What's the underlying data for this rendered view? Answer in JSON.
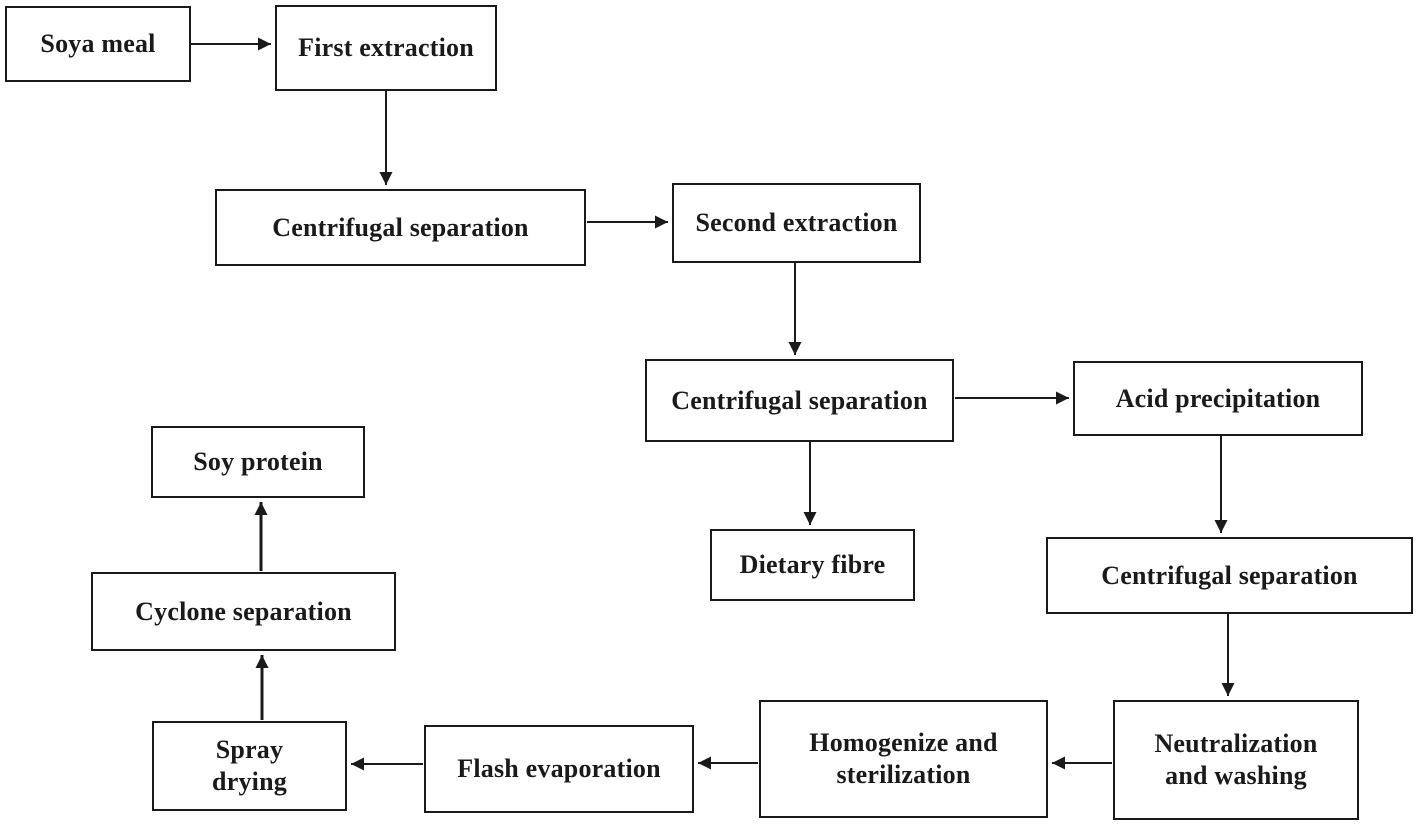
{
  "diagram": {
    "type": "flowchart",
    "description": "Soy protein production process flow diagram",
    "background_color": "#ffffff",
    "line_color": "#1a1a1a",
    "text_color": "#1a1a1a",
    "node_fill": "#ffffff"
  },
  "nodes": {
    "soya_meal": {
      "label": "Soya meal"
    },
    "first_extraction": {
      "label": "First extraction"
    },
    "centrifugal_separation_1": {
      "label": "Centrifugal separation"
    },
    "second_extraction": {
      "label": "Second extraction"
    },
    "centrifugal_separation_2": {
      "label": "Centrifugal separation"
    },
    "acid_precipitation": {
      "label": "Acid precipitation"
    },
    "dietary_fibre": {
      "label": "Dietary fibre"
    },
    "centrifugal_separation_3": {
      "label": "Centrifugal separation"
    },
    "neutralization_and_washing": {
      "label": "Neutralization\nand washing"
    },
    "homogenize_and_sterilization": {
      "label": "Homogenize and\nsterilization"
    },
    "flash_evaporation": {
      "label": "Flash evaporation"
    },
    "spray_drying": {
      "label": "Spray\ndrying"
    },
    "cyclone_separation": {
      "label": "Cyclone separation"
    },
    "soy_protein": {
      "label": "Soy protein"
    }
  },
  "edges": [
    {
      "from": "soya_meal",
      "to": "first_extraction",
      "direction": "right"
    },
    {
      "from": "first_extraction",
      "to": "centrifugal_separation_1",
      "direction": "down"
    },
    {
      "from": "centrifugal_separation_1",
      "to": "second_extraction",
      "direction": "right"
    },
    {
      "from": "second_extraction",
      "to": "centrifugal_separation_2",
      "direction": "down"
    },
    {
      "from": "centrifugal_separation_2",
      "to": "acid_precipitation",
      "direction": "right"
    },
    {
      "from": "centrifugal_separation_2",
      "to": "dietary_fibre",
      "direction": "down"
    },
    {
      "from": "acid_precipitation",
      "to": "centrifugal_separation_3",
      "direction": "down"
    },
    {
      "from": "centrifugal_separation_3",
      "to": "neutralization_and_washing",
      "direction": "down"
    },
    {
      "from": "neutralization_and_washing",
      "to": "homogenize_and_sterilization",
      "direction": "left"
    },
    {
      "from": "homogenize_and_sterilization",
      "to": "flash_evaporation",
      "direction": "left"
    },
    {
      "from": "flash_evaporation",
      "to": "spray_drying",
      "direction": "left"
    },
    {
      "from": "spray_drying",
      "to": "cyclone_separation",
      "direction": "up"
    },
    {
      "from": "cyclone_separation",
      "to": "soy_protein",
      "direction": "up"
    }
  ]
}
